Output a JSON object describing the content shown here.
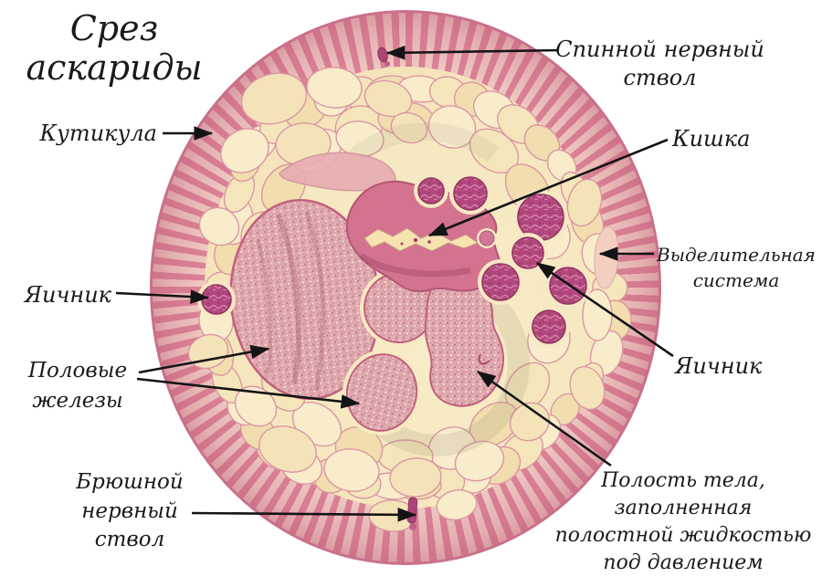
{
  "title": "Срез\nаскариды",
  "labels": {
    "cuticle": "Кутикула",
    "ovary_left": "Яичник",
    "gonads": "Половые\nжелезы",
    "ventral_nerve": "Брюшной\nнервный\nствол",
    "dorsal_nerve": "Спинной нервный\nствол",
    "intestine": "Кишка",
    "excretory": "Выделительная\nсистема",
    "ovary_right": "Яичник",
    "body_cavity": "Полость тела,\nзаполненная\nполостной жидкостью\nпод давлением"
  },
  "colors": {
    "muscle_pink": "#dd8498",
    "muscle_light": "#f2cfc6",
    "body_rim": "#c9708a",
    "interior_cream": "#f6e7bf",
    "cell_fill": "#f4e3b9",
    "cell_outline": "#db97a3",
    "organ_granular": "#dfa8ae",
    "organ_magenta": "#b2477c",
    "intestine_wall": "#d4738f",
    "arrow": "#141414",
    "text": "#1a1a1a",
    "background": "#ffffff"
  }
}
